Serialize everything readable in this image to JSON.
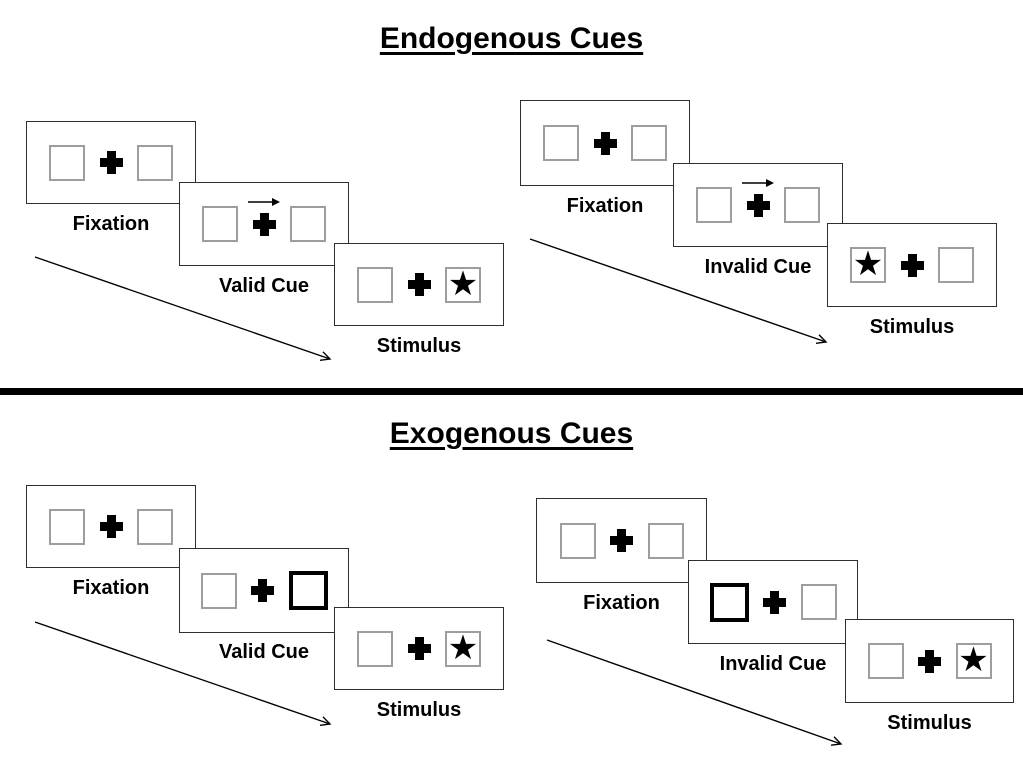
{
  "colors": {
    "background": "#ffffff",
    "panel_border": "#2e2e2e",
    "box_border": "#9d9d9d",
    "cue_box_border": "#000000",
    "symbol": "#000000",
    "text": "#000000",
    "divider": "#000000"
  },
  "icons": {
    "star": "★",
    "fixation_cross": "+",
    "cue_arrow": "right-arrow"
  },
  "sections": [
    {
      "title": "Endogenous Cues",
      "sequences": [
        {
          "name": "valid-cue-trial",
          "frames": [
            {
              "label": "Fixation",
              "left": "empty",
              "right": "empty",
              "arrow": false
            },
            {
              "label": "Valid Cue",
              "left": "empty",
              "right": "empty",
              "arrow": true
            },
            {
              "label": "Stimulus",
              "left": "empty",
              "right": "star",
              "arrow": false
            }
          ]
        },
        {
          "name": "invalid-cue-trial",
          "frames": [
            {
              "label": "Fixation",
              "left": "empty",
              "right": "empty",
              "arrow": false
            },
            {
              "label": "Invalid Cue",
              "left": "empty",
              "right": "empty",
              "arrow": true
            },
            {
              "label": "Stimulus",
              "left": "star",
              "right": "empty",
              "arrow": false
            }
          ]
        }
      ]
    },
    {
      "title": "Exogenous Cues",
      "sequences": [
        {
          "name": "valid-cue-trial",
          "frames": [
            {
              "label": "Fixation",
              "left": "empty",
              "right": "empty",
              "arrow": false
            },
            {
              "label": "Valid Cue",
              "left": "empty",
              "right": "bold",
              "arrow": false
            },
            {
              "label": "Stimulus",
              "left": "empty",
              "right": "star",
              "arrow": false
            }
          ]
        },
        {
          "name": "invalid-cue-trial",
          "frames": [
            {
              "label": "Fixation",
              "left": "empty",
              "right": "empty",
              "arrow": false
            },
            {
              "label": "Invalid Cue",
              "left": "bold",
              "right": "empty",
              "arrow": false
            },
            {
              "label": "Stimulus",
              "left": "empty",
              "right": "star",
              "arrow": false
            }
          ]
        }
      ]
    }
  ]
}
